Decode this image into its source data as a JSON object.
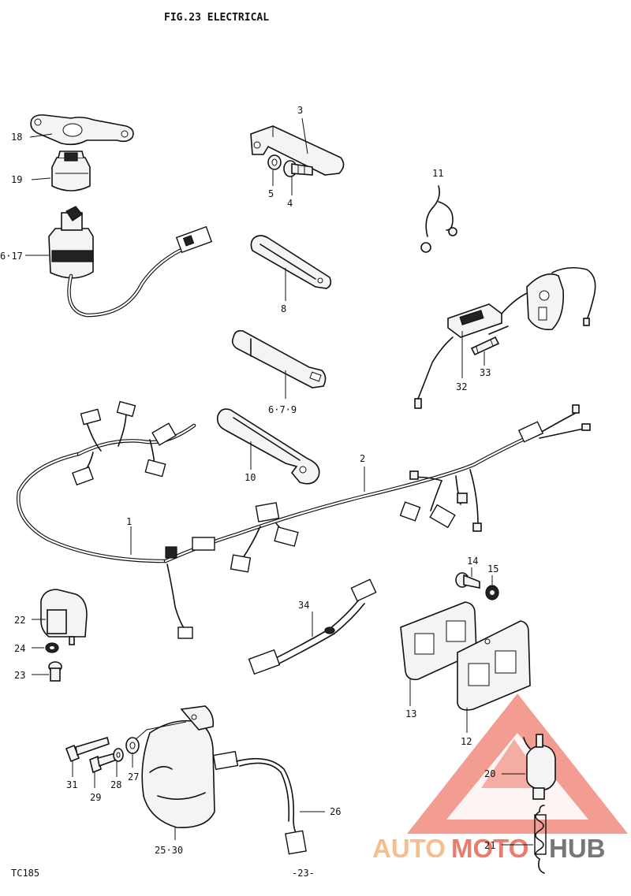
{
  "header": {
    "title": "FIG.23  ELECTRICAL"
  },
  "footer": {
    "code": "TC185",
    "page": "-23-"
  },
  "watermark": {
    "text_a": "AUTO",
    "text_b": "MOTO",
    "text_c": "HUB",
    "color_red": "#e8503c",
    "color_orange": "#f3a867",
    "color_dark": "#4a4a4a"
  },
  "callouts": {
    "c1": "1",
    "c2": "2",
    "c3": "3",
    "c4": "4",
    "c5": "5",
    "c617": "6·17",
    "c679": "6·7·9",
    "c8": "8",
    "c10": "10",
    "c11": "11",
    "c12": "12",
    "c13": "13",
    "c14": "14",
    "c15": "15",
    "c18": "18",
    "c19": "19",
    "c20": "20",
    "c21": "21",
    "c22": "22",
    "c23": "23",
    "c24": "24",
    "c2530": "25·30",
    "c26": "26",
    "c27": "27",
    "c28": "28",
    "c29": "29",
    "c31": "31",
    "c32": "32",
    "c33": "33",
    "c34": "34"
  },
  "parts": [
    {
      "key": "wiring-harness",
      "callout": "1"
    },
    {
      "key": "wiring-harness-sub",
      "callout": "2"
    },
    {
      "key": "bracket",
      "callout": "3"
    },
    {
      "key": "bolt",
      "callout": "4"
    },
    {
      "key": "lock-washer",
      "callout": "5"
    },
    {
      "key": "ignition-switch",
      "callout": "6·17"
    },
    {
      "key": "strap",
      "callout": "6·7·9"
    },
    {
      "key": "band",
      "callout": "8"
    },
    {
      "key": "clamp",
      "callout": "10"
    },
    {
      "key": "wire-clip",
      "callout": "11"
    },
    {
      "key": "cover-plate",
      "callout": "12"
    },
    {
      "key": "gasket",
      "callout": "13"
    },
    {
      "key": "screw",
      "callout": "14"
    },
    {
      "key": "washer",
      "callout": "15"
    },
    {
      "key": "plate",
      "callout": "18"
    },
    {
      "key": "cap",
      "callout": "19"
    },
    {
      "key": "switch",
      "callout": "20"
    },
    {
      "key": "spring",
      "callout": "21"
    },
    {
      "key": "relay",
      "callout": "22"
    },
    {
      "key": "screw-small",
      "callout": "23"
    },
    {
      "key": "washer-small",
      "callout": "24"
    },
    {
      "key": "horn",
      "callout": "25·30"
    },
    {
      "key": "lead-wire",
      "callout": "26"
    },
    {
      "key": "washer-horn",
      "callout": "27"
    },
    {
      "key": "lock-washer-horn",
      "callout": "28"
    },
    {
      "key": "bolt-horn",
      "callout": "29"
    },
    {
      "key": "bolt-long",
      "callout": "31"
    },
    {
      "key": "fuse-holder",
      "callout": "32"
    },
    {
      "key": "fuse",
      "callout": "33"
    },
    {
      "key": "sub-harness",
      "callout": "34"
    }
  ]
}
